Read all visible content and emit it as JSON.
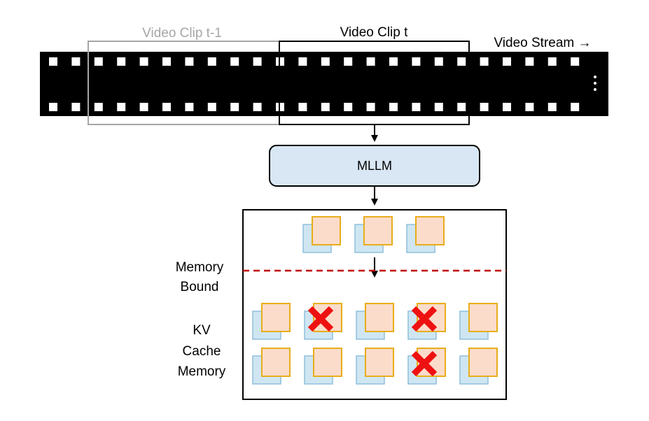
{
  "labels": {
    "clip_prev": "Video Clip t-1",
    "clip_curr": "Video Clip t",
    "stream": "Video Stream →",
    "model": "MLLM",
    "memory_bound_1": "Memory",
    "memory_bound_2": "Bound",
    "kv_1": "KV",
    "kv_2": "Cache",
    "kv_3": "Memory"
  },
  "kv_cache": {
    "incoming_tokens": 3,
    "rows": [
      [
        false,
        true,
        false,
        true,
        false
      ],
      [
        false,
        false,
        false,
        true,
        false
      ]
    ]
  },
  "colors": {
    "film": "#000000",
    "sprocket": "#ffffff",
    "clip_prev_border": "#a6a6a6",
    "clip_curr_border": "#000000",
    "model_fill": "#d9e7f4",
    "key_fill": "#cfe6f2",
    "key_border": "#8fbfdc",
    "value_fill": "#fbdccb",
    "value_border": "#e8ad19",
    "evict": "#ee1111",
    "bound_line": "#c00000"
  }
}
